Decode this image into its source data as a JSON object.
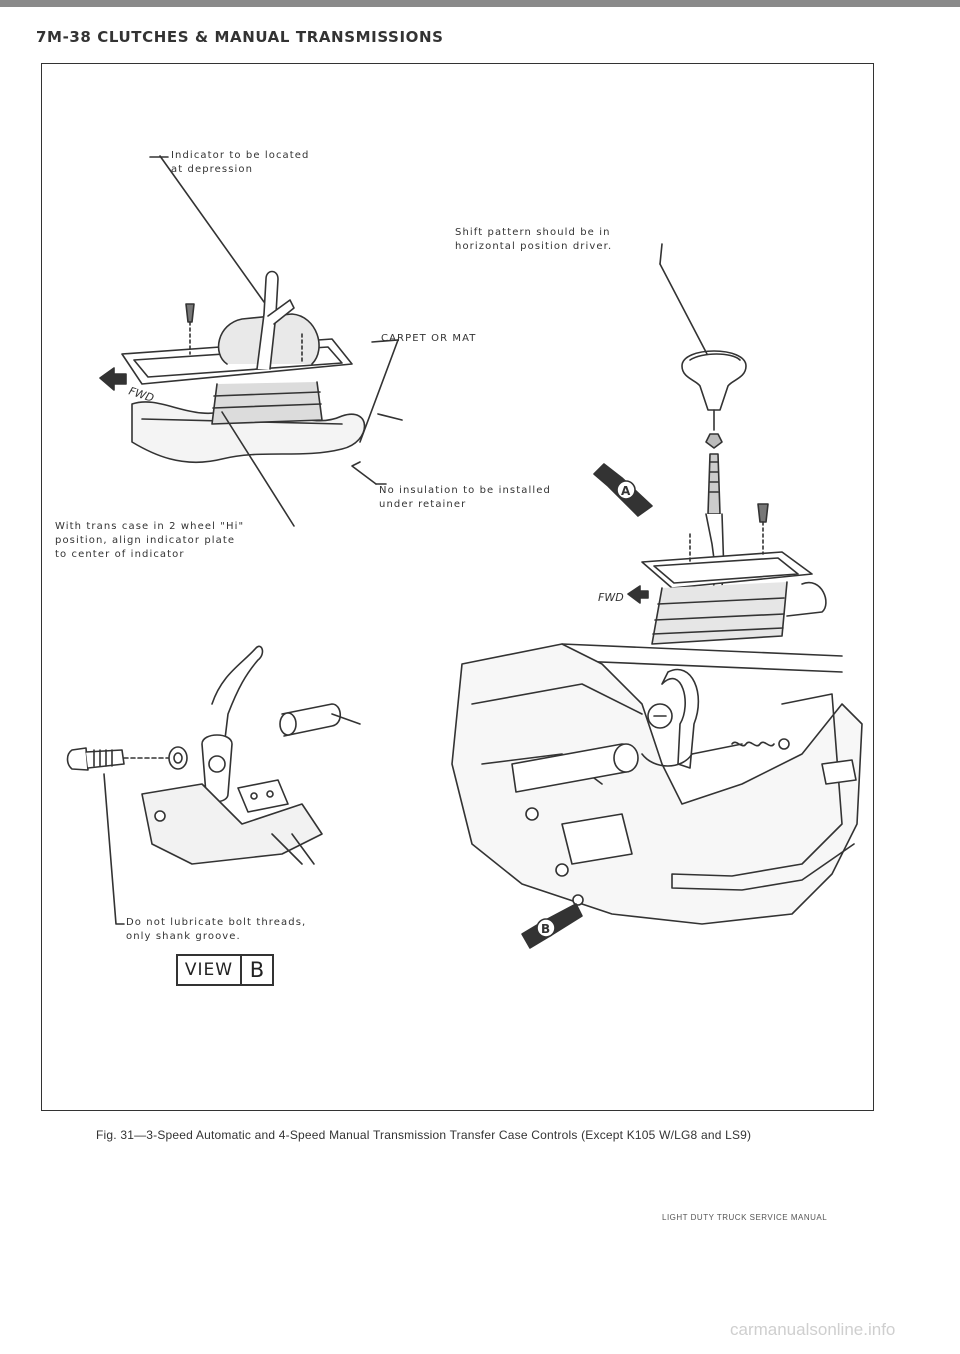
{
  "header": {
    "title": "7M-38 CLUTCHES & MANUAL TRANSMISSIONS"
  },
  "callouts": {
    "indicator_line1": "Indicator to be located",
    "indicator_line2": "at depression",
    "shift_line1": "Shift pattern should be in",
    "shift_line2": "horizontal position driver.",
    "carpet": "CARPET OR MAT",
    "insulation_line1": "No insulation to be installed",
    "insulation_line2": "under retainer",
    "align_line1": "With trans case in 2 wheel \"Hi\"",
    "align_line2": "position, align indicator plate",
    "align_line3": "to center of indicator",
    "lubricate_line1": "Do not lubricate bolt threads,",
    "lubricate_line2": "only shank groove."
  },
  "markers": {
    "fwd_left": "FWD",
    "fwd_right": "FWD",
    "view_a": "A",
    "view_b": "B"
  },
  "view_label": {
    "word": "VIEW",
    "letter": "B"
  },
  "caption": "Fig. 31—3-Speed Automatic and 4-Speed Manual Transmission Transfer Case Controls (Except K105 W/LG8 and LS9)",
  "footer": "LIGHT DUTY TRUCK SERVICE MANUAL",
  "watermark": "carmanualsonline.info"
}
